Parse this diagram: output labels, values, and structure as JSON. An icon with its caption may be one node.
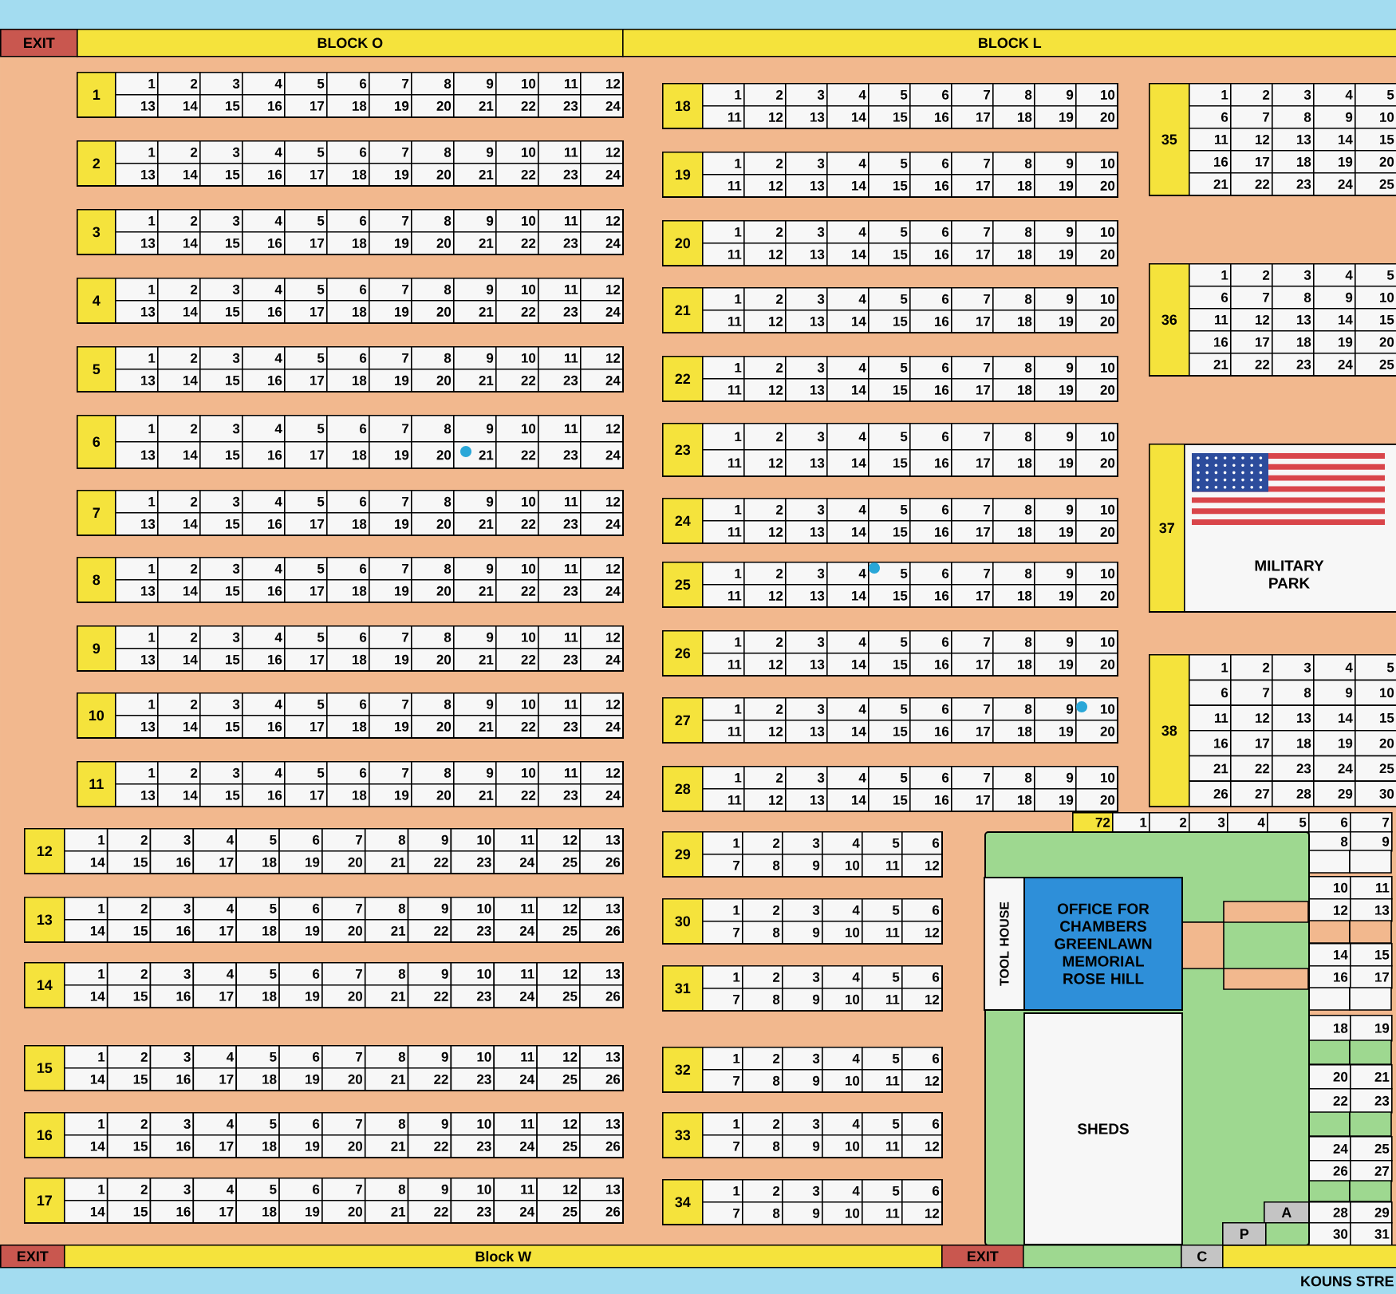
{
  "diagram": {
    "nodes": [
      {
        "text": [
          "EXIT"
        ]
      },
      {
        "text": [
          "BLOCK O"
        ]
      },
      {
        "text": [
          "BLOCK L"
        ]
      },
      {
        "text": [
          "1",
          "1",
          "2",
          "3",
          "4",
          "5",
          "6",
          "7",
          "8",
          "9",
          "10",
          "11",
          "12",
          "13",
          "14",
          "15",
          "16",
          "17",
          "18",
          "19",
          "20",
          "21",
          "22",
          "23",
          "24"
        ]
      },
      {
        "text": [
          "2",
          "1",
          "2",
          "3",
          "4",
          "5",
          "6",
          "7",
          "8",
          "9",
          "10",
          "11",
          "12",
          "13",
          "14",
          "15",
          "16",
          "17",
          "18",
          "19",
          "20",
          "21",
          "22",
          "23",
          "24"
        ]
      },
      {
        "text": [
          "3",
          "1",
          "2",
          "3",
          "4",
          "5",
          "6",
          "7",
          "8",
          "9",
          "10",
          "11",
          "12",
          "13",
          "14",
          "15",
          "16",
          "17",
          "18",
          "19",
          "20",
          "21",
          "22",
          "23",
          "24"
        ]
      },
      {
        "text": [
          "4",
          "1",
          "2",
          "3",
          "4",
          "5",
          "6",
          "7",
          "8",
          "9",
          "10",
          "11",
          "12",
          "13",
          "14",
          "15",
          "16",
          "17",
          "18",
          "19",
          "20",
          "21",
          "22",
          "23",
          "24"
        ]
      },
      {
        "text": [
          "5",
          "1",
          "2",
          "3",
          "4",
          "5",
          "6",
          "7",
          "8",
          "9",
          "10",
          "11",
          "12",
          "13",
          "14",
          "15",
          "16",
          "17",
          "18",
          "19",
          "20",
          "21",
          "22",
          "23",
          "24"
        ]
      },
      {
        "text": [
          "6",
          "1",
          "2",
          "3",
          "4",
          "5",
          "6",
          "7",
          "8",
          "9",
          "10",
          "11",
          "12",
          "13",
          "14",
          "15",
          "16",
          "17",
          "18",
          "19",
          "20",
          "21",
          "22",
          "23",
          "24"
        ]
      },
      {
        "text": [
          "7",
          "1",
          "2",
          "3",
          "4",
          "5",
          "6",
          "7",
          "8",
          "9",
          "10",
          "11",
          "12",
          "13",
          "14",
          "15",
          "16",
          "17",
          "18",
          "19",
          "20",
          "21",
          "22",
          "23",
          "24"
        ]
      },
      {
        "text": [
          "8",
          "1",
          "2",
          "3",
          "4",
          "5",
          "6",
          "7",
          "8",
          "9",
          "10",
          "11",
          "12",
          "13",
          "14",
          "15",
          "16",
          "17",
          "18",
          "19",
          "20",
          "21",
          "22",
          "23",
          "24"
        ]
      },
      {
        "text": [
          "9",
          "1",
          "2",
          "3",
          "4",
          "5",
          "6",
          "7",
          "8",
          "9",
          "10",
          "11",
          "12",
          "13",
          "14",
          "15",
          "16",
          "17",
          "18",
          "19",
          "20",
          "21",
          "22",
          "23",
          "24"
        ]
      },
      {
        "text": [
          "10",
          "1",
          "2",
          "3",
          "4",
          "5",
          "6",
          "7",
          "8",
          "9",
          "10",
          "11",
          "12",
          "13",
          "14",
          "15",
          "16",
          "17",
          "18",
          "19",
          "20",
          "21",
          "22",
          "23",
          "24"
        ]
      },
      {
        "text": [
          "11",
          "1",
          "2",
          "3",
          "4",
          "5",
          "6",
          "7",
          "8",
          "9",
          "10",
          "11",
          "12",
          "13",
          "14",
          "15",
          "16",
          "17",
          "18",
          "19",
          "20",
          "21",
          "22",
          "23",
          "24"
        ]
      },
      {
        "text": [
          "12",
          "1",
          "2",
          "3",
          "4",
          "5",
          "6",
          "7",
          "8",
          "9",
          "10",
          "11",
          "12",
          "13",
          "14",
          "15",
          "16",
          "17",
          "18",
          "19",
          "20",
          "21",
          "22",
          "23",
          "24",
          "25",
          "26"
        ]
      },
      {
        "text": [
          "13",
          "1",
          "2",
          "3",
          "4",
          "5",
          "6",
          "7",
          "8",
          "9",
          "10",
          "11",
          "12",
          "13",
          "14",
          "15",
          "16",
          "17",
          "18",
          "19",
          "20",
          "21",
          "22",
          "23",
          "24",
          "25",
          "26"
        ]
      },
      {
        "text": [
          "14",
          "1",
          "2",
          "3",
          "4",
          "5",
          "6",
          "7",
          "8",
          "9",
          "10",
          "11",
          "12",
          "13",
          "14",
          "15",
          "16",
          "17",
          "18",
          "19",
          "20",
          "21",
          "22",
          "23",
          "24",
          "25",
          "26"
        ]
      },
      {
        "text": [
          "15",
          "1",
          "2",
          "3",
          "4",
          "5",
          "6",
          "7",
          "8",
          "9",
          "10",
          "11",
          "12",
          "13",
          "14",
          "15",
          "16",
          "17",
          "18",
          "19",
          "20",
          "21",
          "22",
          "23",
          "24",
          "25",
          "26"
        ]
      },
      {
        "text": [
          "16",
          "1",
          "2",
          "3",
          "4",
          "5",
          "6",
          "7",
          "8",
          "9",
          "10",
          "11",
          "12",
          "13",
          "14",
          "15",
          "16",
          "17",
          "18",
          "19",
          "20",
          "21",
          "22",
          "23",
          "24",
          "25",
          "26"
        ]
      },
      {
        "text": [
          "17",
          "1",
          "2",
          "3",
          "4",
          "5",
          "6",
          "7",
          "8",
          "9",
          "10",
          "11",
          "12",
          "13",
          "14",
          "15",
          "16",
          "17",
          "18",
          "19",
          "20",
          "21",
          "22",
          "23",
          "24",
          "25",
          "26"
        ]
      },
      {
        "text": [
          "18",
          "1",
          "2",
          "3",
          "4",
          "5",
          "6",
          "7",
          "8",
          "9",
          "10",
          "11",
          "12",
          "13",
          "14",
          "15",
          "16",
          "17",
          "18",
          "19",
          "20"
        ]
      },
      {
        "text": [
          "19",
          "1",
          "2",
          "3",
          "4",
          "5",
          "6",
          "7",
          "8",
          "9",
          "10",
          "11",
          "12",
          "13",
          "14",
          "15",
          "16",
          "17",
          "18",
          "19",
          "20"
        ]
      },
      {
        "text": [
          "20",
          "1",
          "2",
          "3",
          "4",
          "5",
          "6",
          "7",
          "8",
          "9",
          "10",
          "11",
          "12",
          "13",
          "14",
          "15",
          "16",
          "17",
          "18",
          "19",
          "20"
        ]
      },
      {
        "text": [
          "21",
          "1",
          "2",
          "3",
          "4",
          "5",
          "6",
          "7",
          "8",
          "9",
          "10",
          "11",
          "12",
          "13",
          "14",
          "15",
          "16",
          "17",
          "18",
          "19",
          "20"
        ]
      },
      {
        "text": [
          "22",
          "1",
          "2",
          "3",
          "4",
          "5",
          "6",
          "7",
          "8",
          "9",
          "10",
          "11",
          "12",
          "13",
          "14",
          "15",
          "16",
          "17",
          "18",
          "19",
          "20"
        ]
      },
      {
        "text": [
          "23",
          "1",
          "2",
          "3",
          "4",
          "5",
          "6",
          "7",
          "8",
          "9",
          "10",
          "11",
          "12",
          "13",
          "14",
          "15",
          "16",
          "17",
          "18",
          "19",
          "20"
        ]
      },
      {
        "text": [
          "24",
          "1",
          "2",
          "3",
          "4",
          "5",
          "6",
          "7",
          "8",
          "9",
          "10",
          "11",
          "12",
          "13",
          "14",
          "15",
          "16",
          "17",
          "18",
          "19",
          "20"
        ]
      },
      {
        "text": [
          "25",
          "1",
          "2",
          "3",
          "4",
          "5",
          "6",
          "7",
          "8",
          "9",
          "10",
          "11",
          "12",
          "13",
          "14",
          "15",
          "16",
          "17",
          "18",
          "19",
          "20"
        ]
      },
      {
        "text": [
          "26",
          "1",
          "2",
          "3",
          "4",
          "5",
          "6",
          "7",
          "8",
          "9",
          "10",
          "11",
          "12",
          "13",
          "14",
          "15",
          "16",
          "17",
          "18",
          "19",
          "20"
        ]
      },
      {
        "text": [
          "27",
          "1",
          "2",
          "3",
          "4",
          "5",
          "6",
          "7",
          "8",
          "9",
          "10",
          "11",
          "12",
          "13",
          "14",
          "15",
          "16",
          "17",
          "18",
          "19",
          "20"
        ]
      },
      {
        "text": [
          "28",
          "1",
          "2",
          "3",
          "4",
          "5",
          "6",
          "7",
          "8",
          "9",
          "10",
          "11",
          "12",
          "13",
          "14",
          "15",
          "16",
          "17",
          "18",
          "19",
          "20"
        ]
      },
      {
        "text": [
          "29",
          "1",
          "2",
          "3",
          "4",
          "5",
          "6",
          "7",
          "8",
          "9",
          "10",
          "11",
          "12"
        ]
      },
      {
        "text": [
          "30",
          "1",
          "2",
          "3",
          "4",
          "5",
          "6",
          "7",
          "8",
          "9",
          "10",
          "11",
          "12"
        ]
      },
      {
        "text": [
          "31",
          "1",
          "2",
          "3",
          "4",
          "5",
          "6",
          "7",
          "8",
          "9",
          "10",
          "11",
          "12"
        ]
      },
      {
        "text": [
          "32",
          "1",
          "2",
          "3",
          "4",
          "5",
          "6",
          "7",
          "8",
          "9",
          "10",
          "11",
          "12"
        ]
      },
      {
        "text": [
          "33",
          "1",
          "2",
          "3",
          "4",
          "5",
          "6",
          "7",
          "8",
          "9",
          "10",
          "11",
          "12"
        ]
      },
      {
        "text": [
          "34",
          "1",
          "2",
          "3",
          "4",
          "5",
          "6",
          "7",
          "8",
          "9",
          "10",
          "11",
          "12"
        ]
      },
      {
        "text": [
          "35",
          "1",
          "2",
          "3",
          "4",
          "5",
          "6",
          "7",
          "8",
          "9",
          "10",
          "11",
          "12",
          "13",
          "14",
          "15",
          "16",
          "17",
          "18",
          "19",
          "20",
          "21",
          "22",
          "23",
          "24",
          "25"
        ]
      },
      {
        "text": [
          "36",
          "1",
          "2",
          "3",
          "4",
          "5",
          "6",
          "7",
          "8",
          "9",
          "10",
          "11",
          "12",
          "13",
          "14",
          "15",
          "16",
          "17",
          "18",
          "19",
          "20",
          "21",
          "22",
          "23",
          "24",
          "25"
        ]
      },
      {
        "text": [
          "37",
          "MILITARY PARK"
        ]
      },
      {
        "text": [
          "38",
          "1",
          "2",
          "3",
          "4",
          "5",
          "6",
          "7",
          "8",
          "9",
          "10",
          "11",
          "12",
          "13",
          "14",
          "15",
          "16",
          "17",
          "18",
          "19",
          "20",
          "21",
          "22",
          "23",
          "24",
          "25",
          "26",
          "27",
          "28",
          "29",
          "30"
        ]
      },
      {
        "text": [
          "72",
          "1",
          "2",
          "3",
          "4",
          "5",
          "6",
          "7",
          "8",
          "9",
          "10",
          "11",
          "12",
          "13",
          "14",
          "15",
          "16",
          "17",
          "18",
          "19",
          "20",
          "21",
          "22",
          "23",
          "24",
          "25",
          "26",
          "27",
          "28",
          "29",
          "30",
          "31"
        ]
      },
      {
        "text": [
          "A"
        ]
      },
      {
        "text": [
          "P"
        ]
      },
      {
        "text": [],
        "shape": "box"
      },
      {
        "text": [
          "TOOL HOUSE"
        ],
        "in": 44
      },
      {
        "text": [
          "OFFICE FOR CHAMBERS GREENLAWN MEMORIAL ROSE HILL"
        ],
        "in": 44
      },
      {
        "text": [
          "SHEDS"
        ],
        "in": 44
      },
      {
        "text": [
          "EXIT"
        ]
      },
      {
        "text": [
          "Block W"
        ]
      },
      {
        "text": [
          "EXIT"
        ]
      },
      {
        "text": [],
        "shape": "bar"
      },
      {
        "text": [
          "C"
        ]
      },
      {
        "text": [],
        "shape": "bar"
      }
    ],
    "labels": [
      "KOUNS STRE"
    ]
  }
}
